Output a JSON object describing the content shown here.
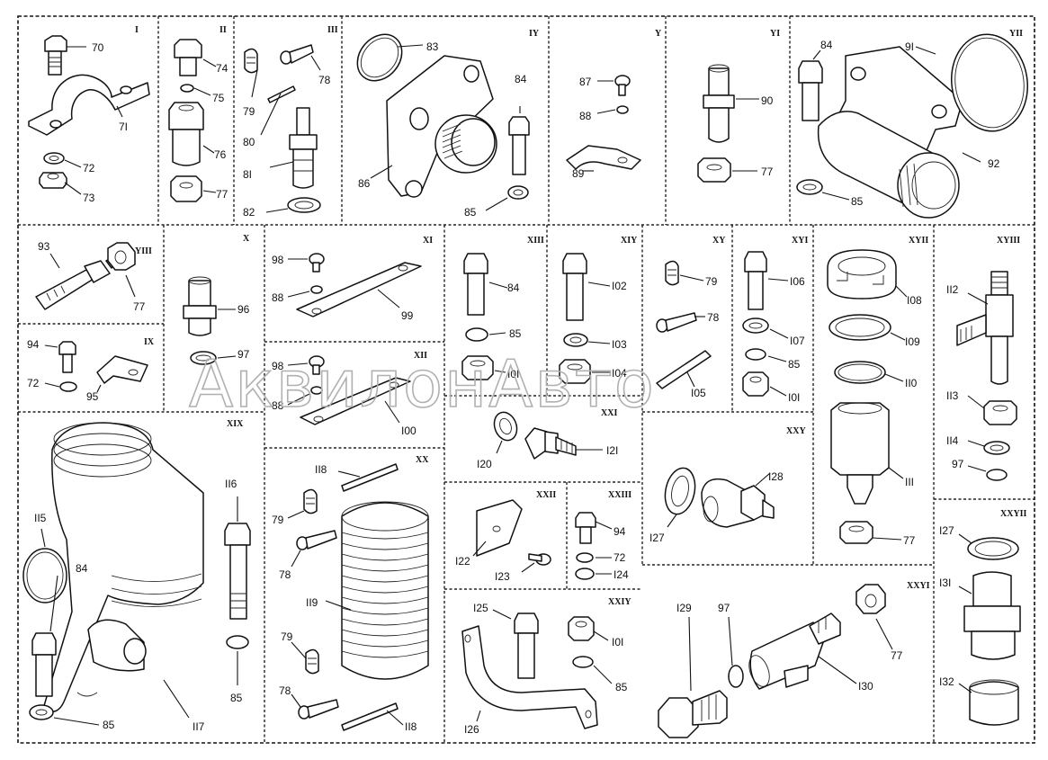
{
  "watermark": "АквилонАвто",
  "sections": [
    "I",
    "II",
    "III",
    "IV",
    "V",
    "VI",
    "VII",
    "VIII",
    "IX",
    "X",
    "XI",
    "XII",
    "XIII",
    "XIV",
    "XV",
    "XVI",
    "XVII",
    "XVIII",
    "XIX",
    "XX",
    "XXI",
    "XXII",
    "XXIII",
    "XXIV",
    "XXV",
    "XXVI",
    "XXVII"
  ],
  "section_labels": [
    "I",
    "II",
    "III",
    "IY",
    "Y",
    "YI",
    "YII",
    "YIII",
    "IX",
    "X",
    "XI",
    "XII",
    "XIII",
    "XIY",
    "XY",
    "XYI",
    "XYII",
    "XYIII",
    "XIX",
    "XX",
    "XXI",
    "XXII",
    "XXIII",
    "XXIY",
    "XXY",
    "XXYI",
    "XXYII"
  ],
  "callouts": {
    "c70": "70",
    "c71": "7I",
    "c72": "72",
    "c73": "73",
    "c74": "74",
    "c75": "75",
    "c76": "76",
    "c77a": "77",
    "c79a": "79",
    "c78a": "78",
    "c80": "80",
    "c81": "8I",
    "c82": "82",
    "c83": "83",
    "c86": "86",
    "c84a": "84",
    "c85a": "85",
    "c87": "87",
    "c88a": "88",
    "c89": "89",
    "c90": "90",
    "c77b": "77",
    "c84b": "84",
    "c91": "9I",
    "c92": "92",
    "c85b": "85",
    "c93": "93",
    "c77c": "77",
    "c94a": "94",
    "c72b": "72",
    "c95": "95",
    "c96": "96",
    "c97a": "97",
    "c98a": "98",
    "c88b": "88",
    "c99": "99",
    "c98b": "98",
    "c88c": "88",
    "c100": "I00",
    "c84c": "84",
    "c85c": "85",
    "c101a": "I0I",
    "c102": "I02",
    "c103": "I03",
    "c104": "I04",
    "c79b": "79",
    "c78b": "78",
    "c105": "I05",
    "c106": "I06",
    "c107": "I07",
    "c85d": "85",
    "c101b": "I0I",
    "c108": "I08",
    "c109": "I09",
    "c110": "II0",
    "c111": "III",
    "c77d": "77",
    "c112": "II2",
    "c113": "II3",
    "c114": "II4",
    "c97b": "97",
    "c115": "II5",
    "c84d": "84",
    "c116": "II6",
    "c85e": "85",
    "c85f": "85",
    "c117": "II7",
    "c118a": "II8",
    "c79c": "79",
    "c78c": "78",
    "c119": "II9",
    "c79d": "79",
    "c78d": "78",
    "c118b": "II8",
    "c120": "I20",
    "c121": "I2I",
    "c122": "I22",
    "c123": "I23",
    "c94b": "94",
    "c72c": "72",
    "c124": "I24",
    "c125": "I25",
    "c101c": "I0I",
    "c85g": "85",
    "c126": "I26",
    "c127a": "I27",
    "c128": "I28",
    "c129": "I29",
    "c97c": "97",
    "c130": "I30",
    "c77e": "77",
    "c127b": "I27",
    "c131": "I3I",
    "c132": "I32"
  }
}
